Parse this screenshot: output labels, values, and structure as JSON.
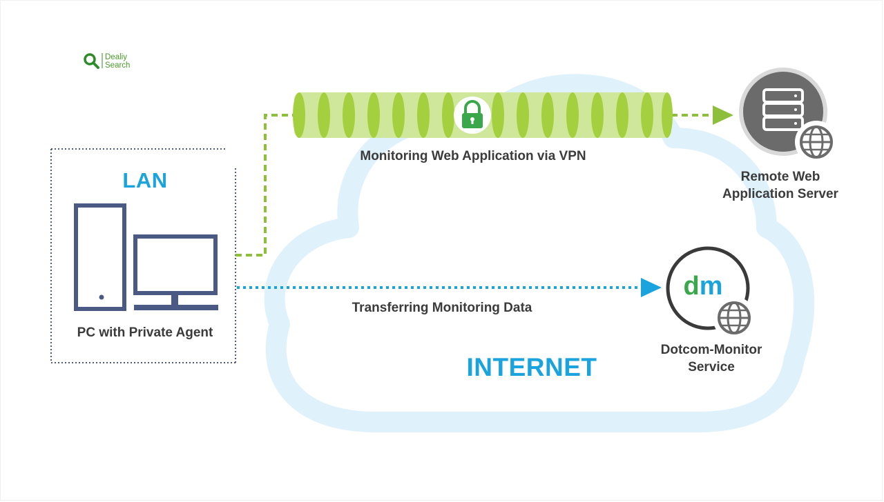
{
  "brand": {
    "line1": "Dealiy",
    "line2": "Search"
  },
  "labels": {
    "lan": "LAN",
    "internet": "INTERNET",
    "vpn_link": "Monitoring Web Application via VPN",
    "transfer_link": "Transferring Monitoring Data",
    "pc": "PC with Private Agent",
    "remote_server_line1": "Remote Web",
    "remote_server_line2": "Application Server",
    "dotcom_line1": "Dotcom-Monitor",
    "dotcom_line2": "Service",
    "dm_logo": "dm"
  },
  "colors": {
    "accent_blue": "#1aa3dc",
    "vpn_green": "#8dbf3c",
    "tunnel_light": "#cfe79a",
    "tunnel_dark": "#a4d03f",
    "cloud": "#dff1fb",
    "device": "#4b5a85",
    "server_gray": "#6b6b6b",
    "dm_green": "#3aa84a",
    "dm_blue": "#1aa3dc",
    "text_dark": "#3b3b3b"
  },
  "icons": [
    "search-icon",
    "pc-tower-icon",
    "monitor-icon",
    "lock-icon",
    "database-icon",
    "globe-icon",
    "dm-logo-icon"
  ]
}
